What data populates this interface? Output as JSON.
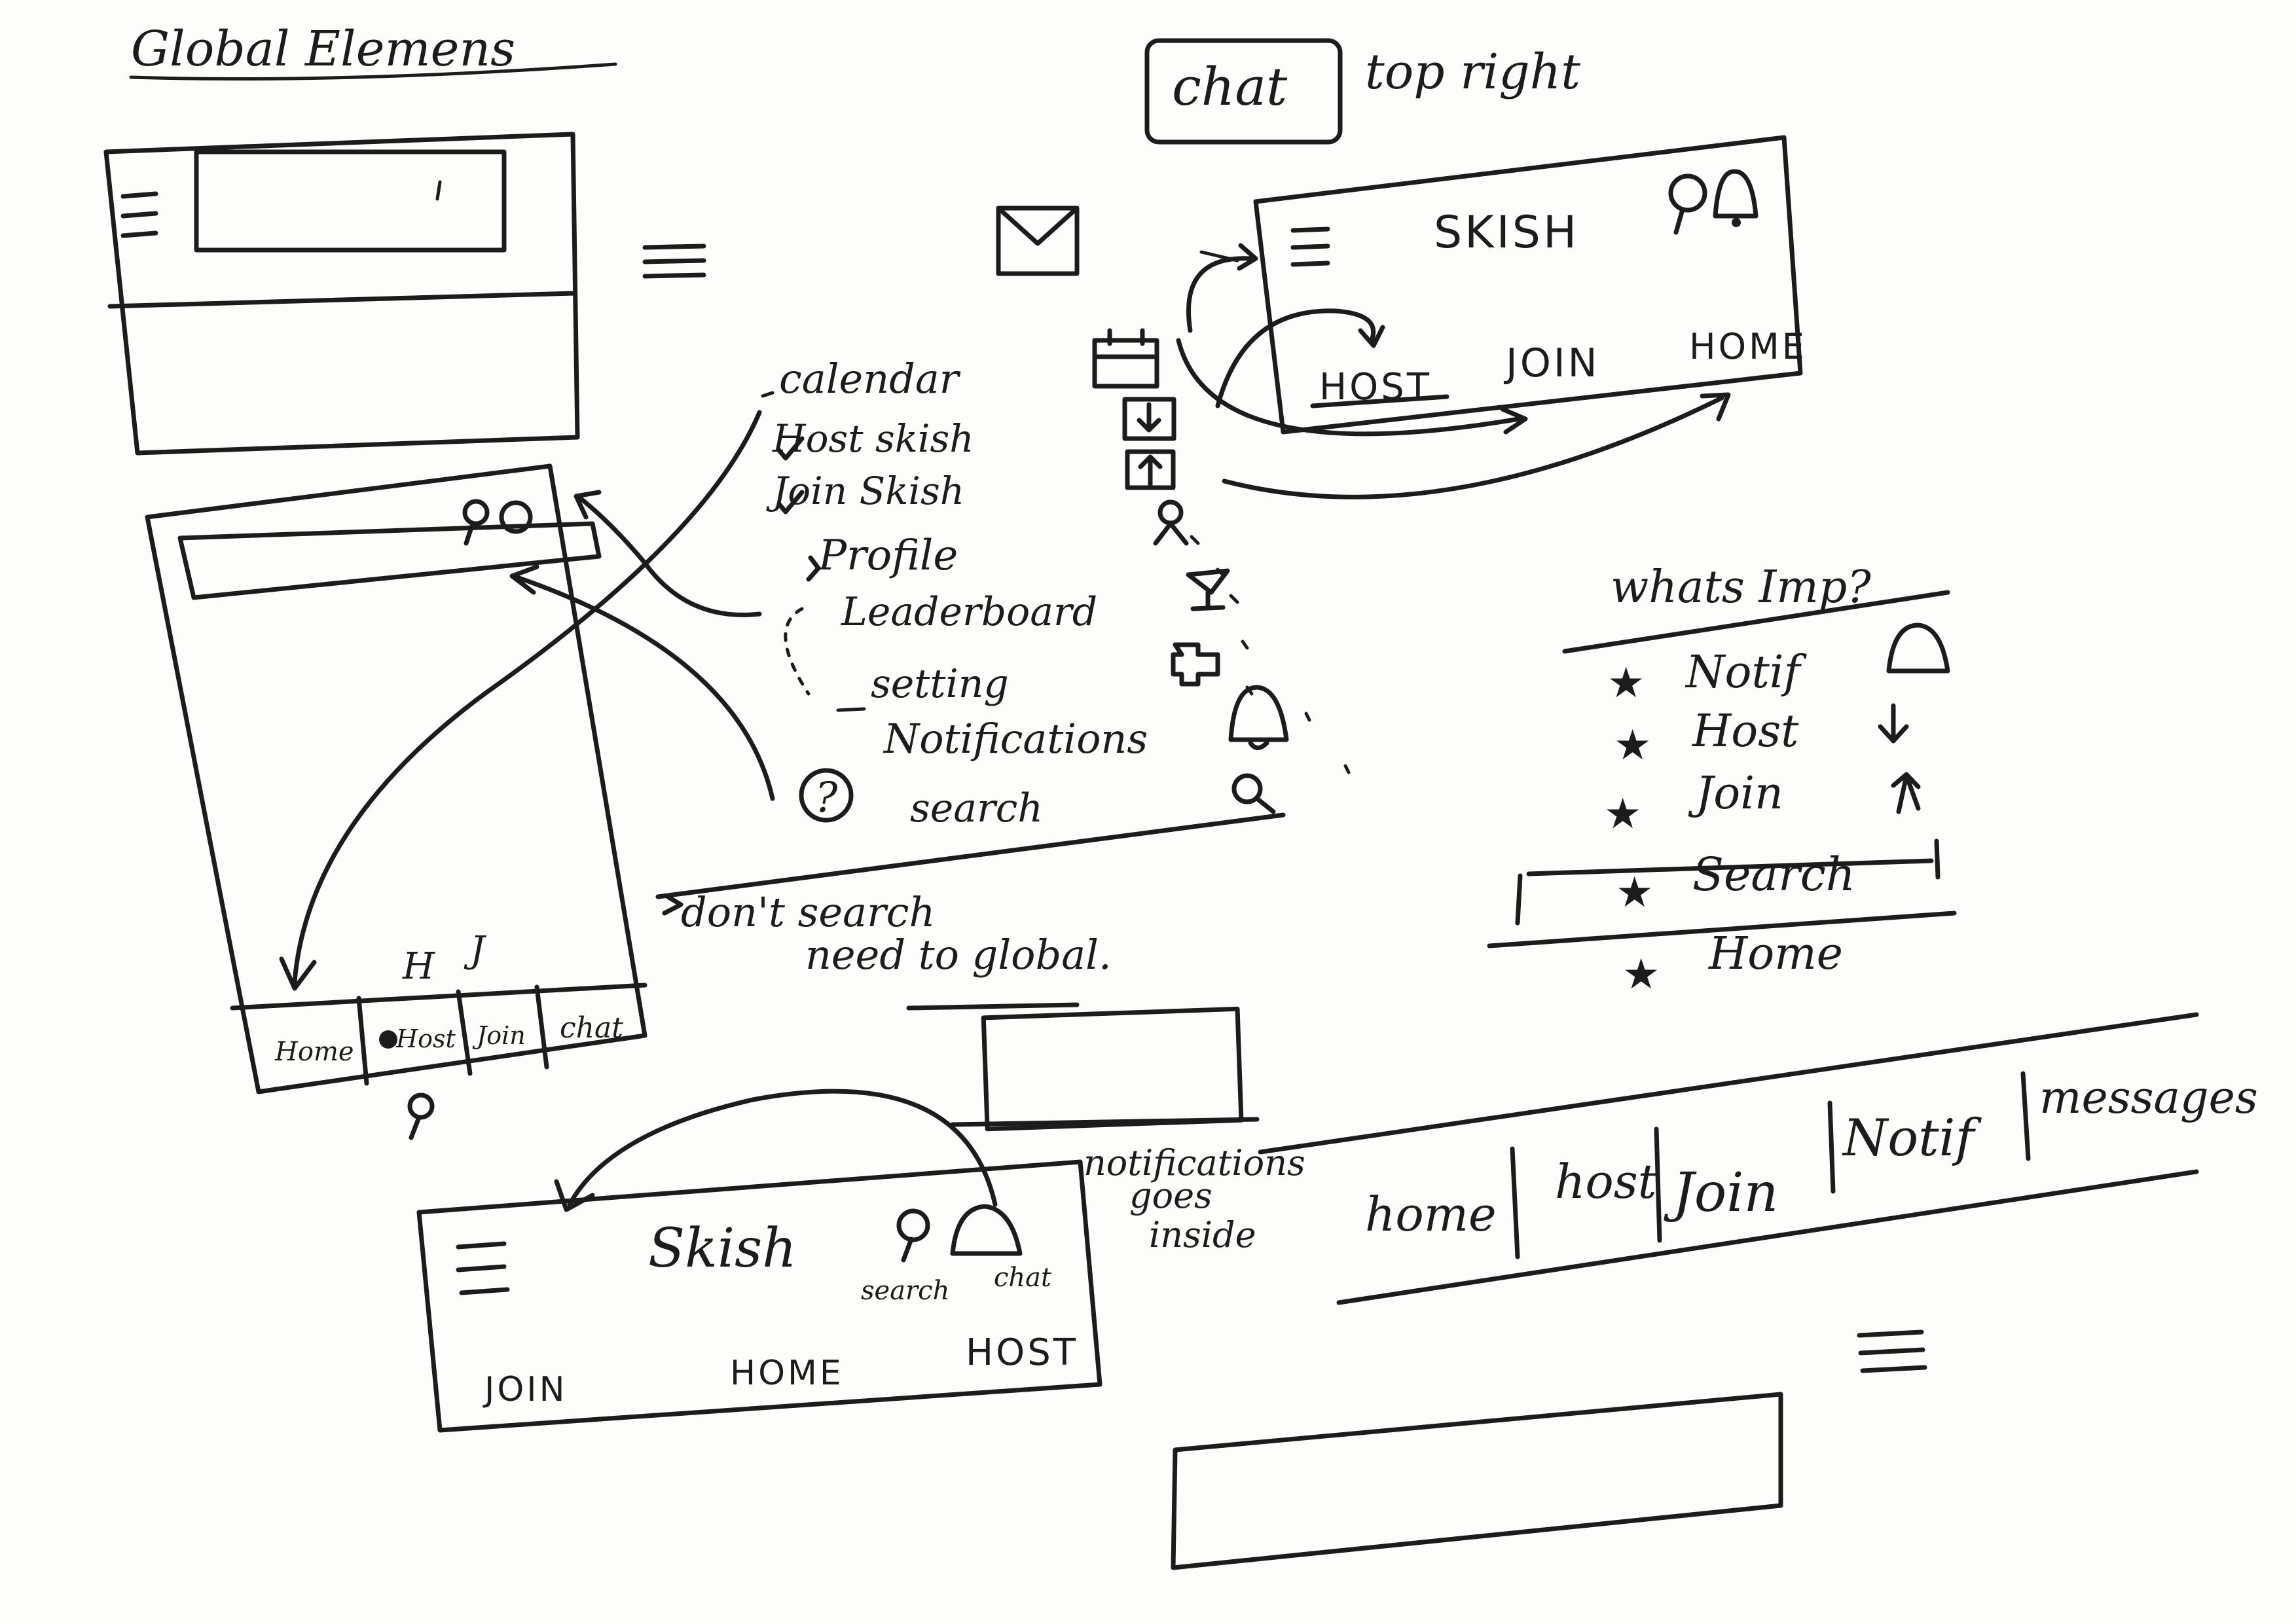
{
  "page_title": "Global Elemens",
  "chat_box_label": "chat",
  "chat_note": "top right",
  "feature_list": {
    "items": [
      "calendar",
      "Host skish",
      "Join Skish",
      "Profile",
      "Leaderboard",
      "setting",
      "Notifications",
      "search"
    ],
    "question_mark": "?",
    "search_note_line1": "don't search",
    "search_note_line2": "need to global."
  },
  "phone_sketch": {
    "tab_hints": [
      "H",
      "J"
    ],
    "tabs": [
      "Home",
      "Host",
      "Join",
      "chat"
    ]
  },
  "top_right_header": {
    "title": "SKISH",
    "tabs": [
      "HOST",
      "JOIN",
      "HOME"
    ]
  },
  "whats_imp": {
    "title": "whats Imp?",
    "items": [
      "Notif",
      "Host",
      "Join",
      "Search",
      "Home"
    ]
  },
  "bottom_header": {
    "title": "Skish",
    "search_label": "search",
    "chat_label": "chat",
    "tabs": [
      "JOIN",
      "HOME",
      "HOST"
    ]
  },
  "notif_note": [
    "notifications",
    "goes",
    "inside"
  ],
  "tab_row": [
    "home",
    "host",
    "Join",
    "Notif",
    "messages"
  ]
}
